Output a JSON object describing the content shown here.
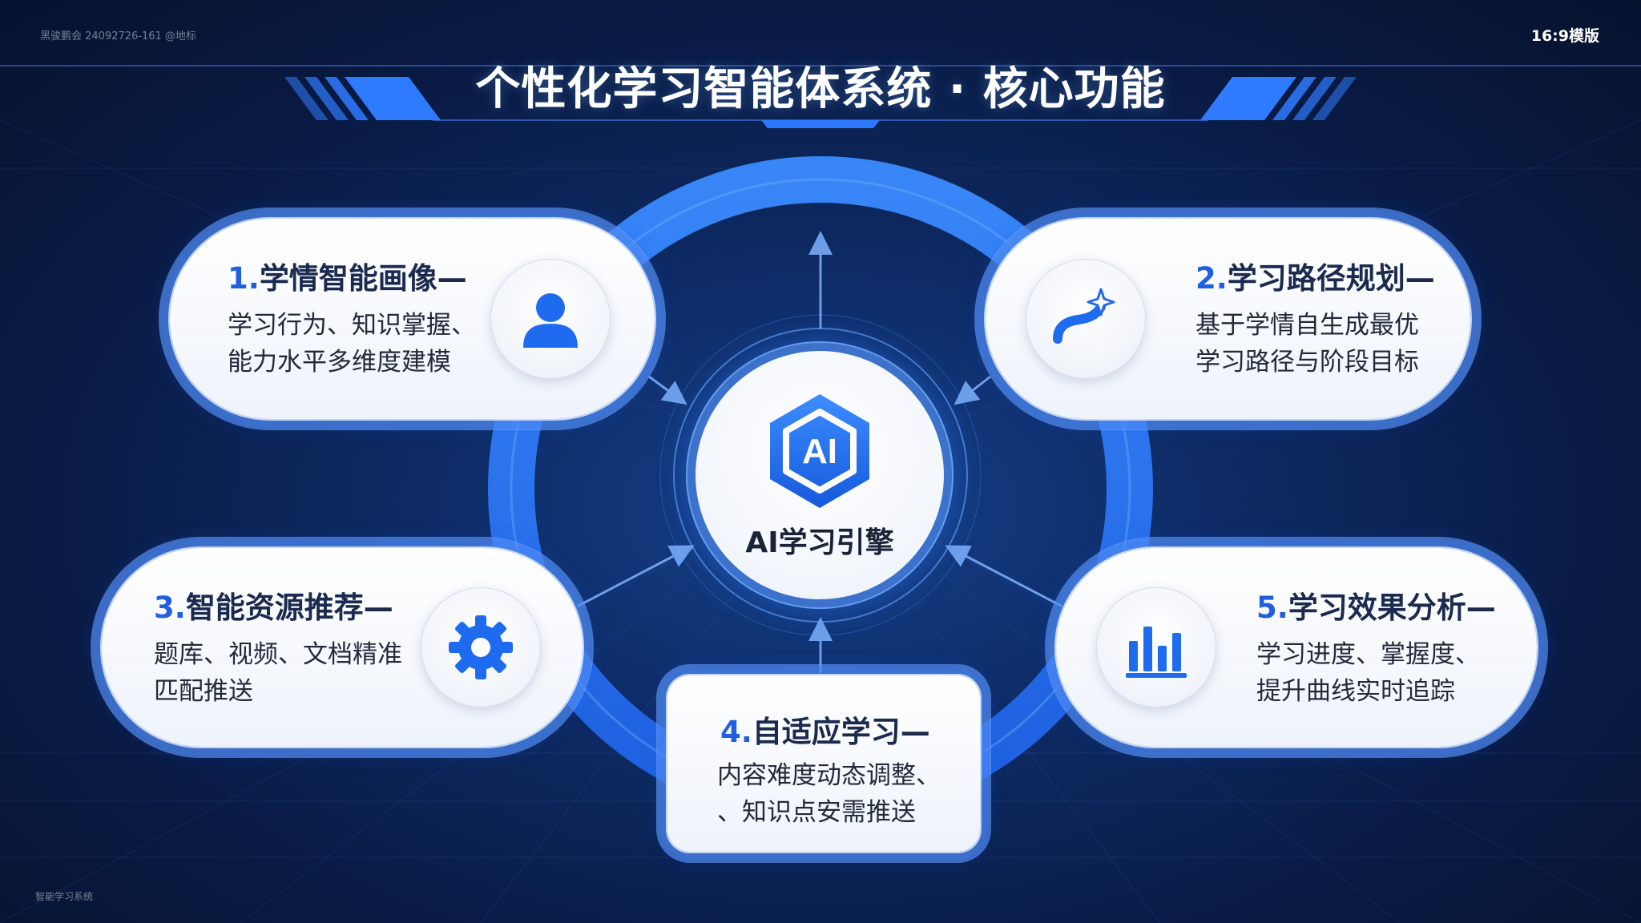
{
  "header": {
    "top_left_text": "黑骏鹏会 24092726-161 @地标",
    "top_right_text": "16:9模版",
    "title": "个性化学习智能体系统 · 核心功能"
  },
  "footer": {
    "bottom_left_text": "智能学习系统"
  },
  "center": {
    "icon_text": "AI",
    "label": "AI学习引擎"
  },
  "features": [
    {
      "num": "1.",
      "title": "学情智能画像—",
      "desc": [
        "学习行为、知识掌握、",
        "能力水平多维度建模"
      ],
      "icon": "user-icon"
    },
    {
      "num": "2.",
      "title": "学习路径规划—",
      "desc": [
        "基于学情自生成最优",
        "学习路径与阶段目标"
      ],
      "icon": "path-sparkle-icon"
    },
    {
      "num": "3.",
      "title": "智能资源推荐—",
      "desc": [
        "题库、视频、文档精准",
        "匹配推送"
      ],
      "icon": "gear-icon"
    },
    {
      "num": "4.",
      "title": "自适应学习—",
      "desc": [
        "内容难度动态调整、",
        "、知识点安需推送"
      ],
      "icon": ""
    },
    {
      "num": "5.",
      "title": "学习效果分析—",
      "desc": [
        "学习进度、掌握度、",
        "提升曲线实时追踪"
      ],
      "icon": "bar-chart-icon"
    }
  ],
  "colors": {
    "accent": "#1f5fe0",
    "ring": "#2a7bff",
    "background": "#0b1f4d",
    "card_text": "#1b2a4e"
  }
}
